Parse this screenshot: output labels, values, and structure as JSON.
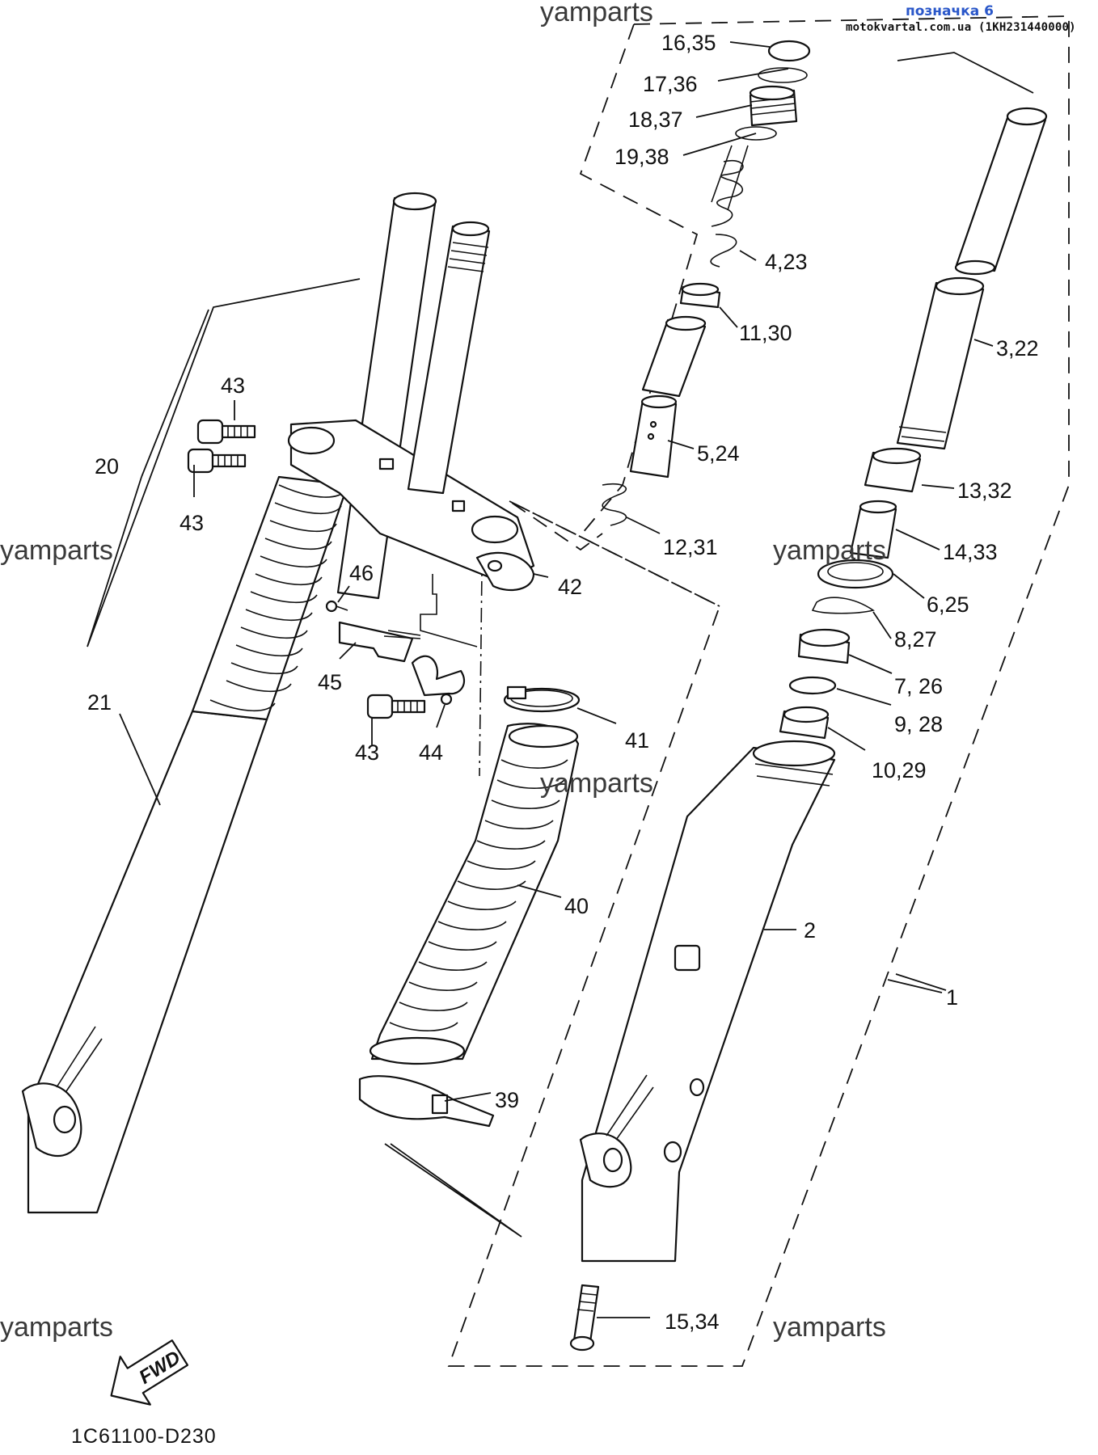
{
  "header": {
    "link_text": "позначка 6",
    "source_text": "motokvartal.com.ua (1KH231440000)"
  },
  "watermark": "yamparts",
  "diagram_code": "1C61100-D230",
  "fwd_label": "FWD",
  "callouts": {
    "c1635": "16,35",
    "c1736": "17,36",
    "c1837": "18,37",
    "c1938": "19,38",
    "c423": "4,23",
    "c1130": "11,30",
    "c524": "5,24",
    "c1231": "12,31",
    "c322": "3,22",
    "c1332": "13,32",
    "c1433": "14,33",
    "c625": "6,25",
    "c827": "8,27",
    "c726": "7, 26",
    "c928": "9, 28",
    "c1029": "10,29",
    "c2": "2",
    "c1": "1",
    "c1534": "15,34",
    "c43a": "43",
    "c43b": "43",
    "c43c": "43",
    "c20": "20",
    "c21": "21",
    "c46": "46",
    "c45": "45",
    "c44": "44",
    "c42": "42",
    "c41": "41",
    "c40": "40",
    "c39": "39"
  },
  "colors": {
    "line": "#111111",
    "link": "#2a57c9",
    "background": "#ffffff"
  }
}
